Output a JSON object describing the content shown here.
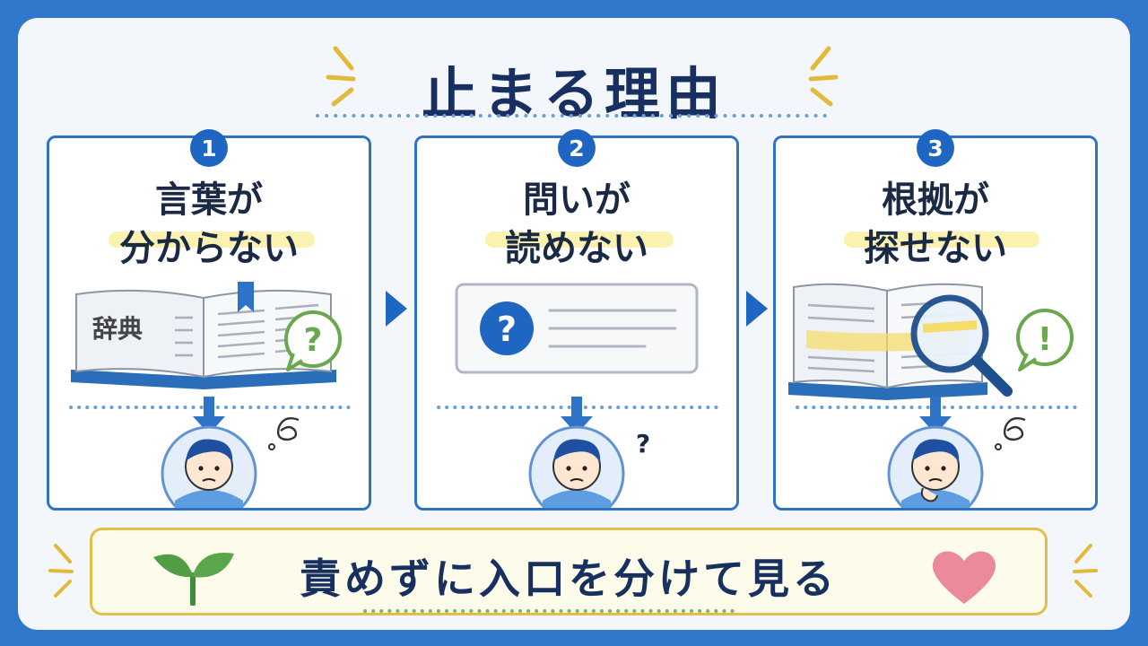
{
  "title": "止まる理由",
  "cards": [
    {
      "number": "1",
      "line1": "言葉が",
      "line2": "分からない",
      "book_label": "辞典",
      "bubble": "?"
    },
    {
      "number": "2",
      "line1": "問いが",
      "line2": "読めない",
      "card_mark": "?",
      "thought": "?"
    },
    {
      "number": "3",
      "line1": "根拠が",
      "line2": "探せない",
      "bubble": "!"
    }
  ],
  "footer": "責めずに入口を分けて見る",
  "colors": {
    "primary": "#2f73c8",
    "navy": "#17305f",
    "highlight": "#fbefa8",
    "gold": "#e2bf4a",
    "green": "#6aa84f",
    "heart": "#ea8a9a"
  }
}
